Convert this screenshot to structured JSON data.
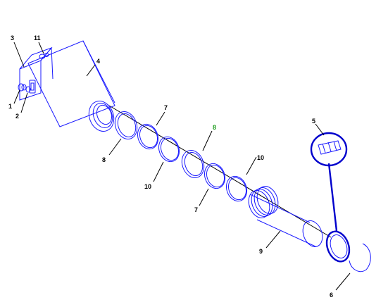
{
  "diagram": {
    "callouts": {
      "c1": "1",
      "c2": "2",
      "c3": "3",
      "c4": "4",
      "c5": "5",
      "c6": "6",
      "c7a": "7",
      "c7b": "7",
      "c8a": "8",
      "c8b": "8",
      "c9": "9",
      "c10a": "10",
      "c10b": "10",
      "c11": "11"
    },
    "colors": {
      "part_line": "#1a1aff",
      "part_thick": "#0000cc",
      "leader_line": "#000000",
      "highlight_callout": "#1a9a1a"
    }
  }
}
